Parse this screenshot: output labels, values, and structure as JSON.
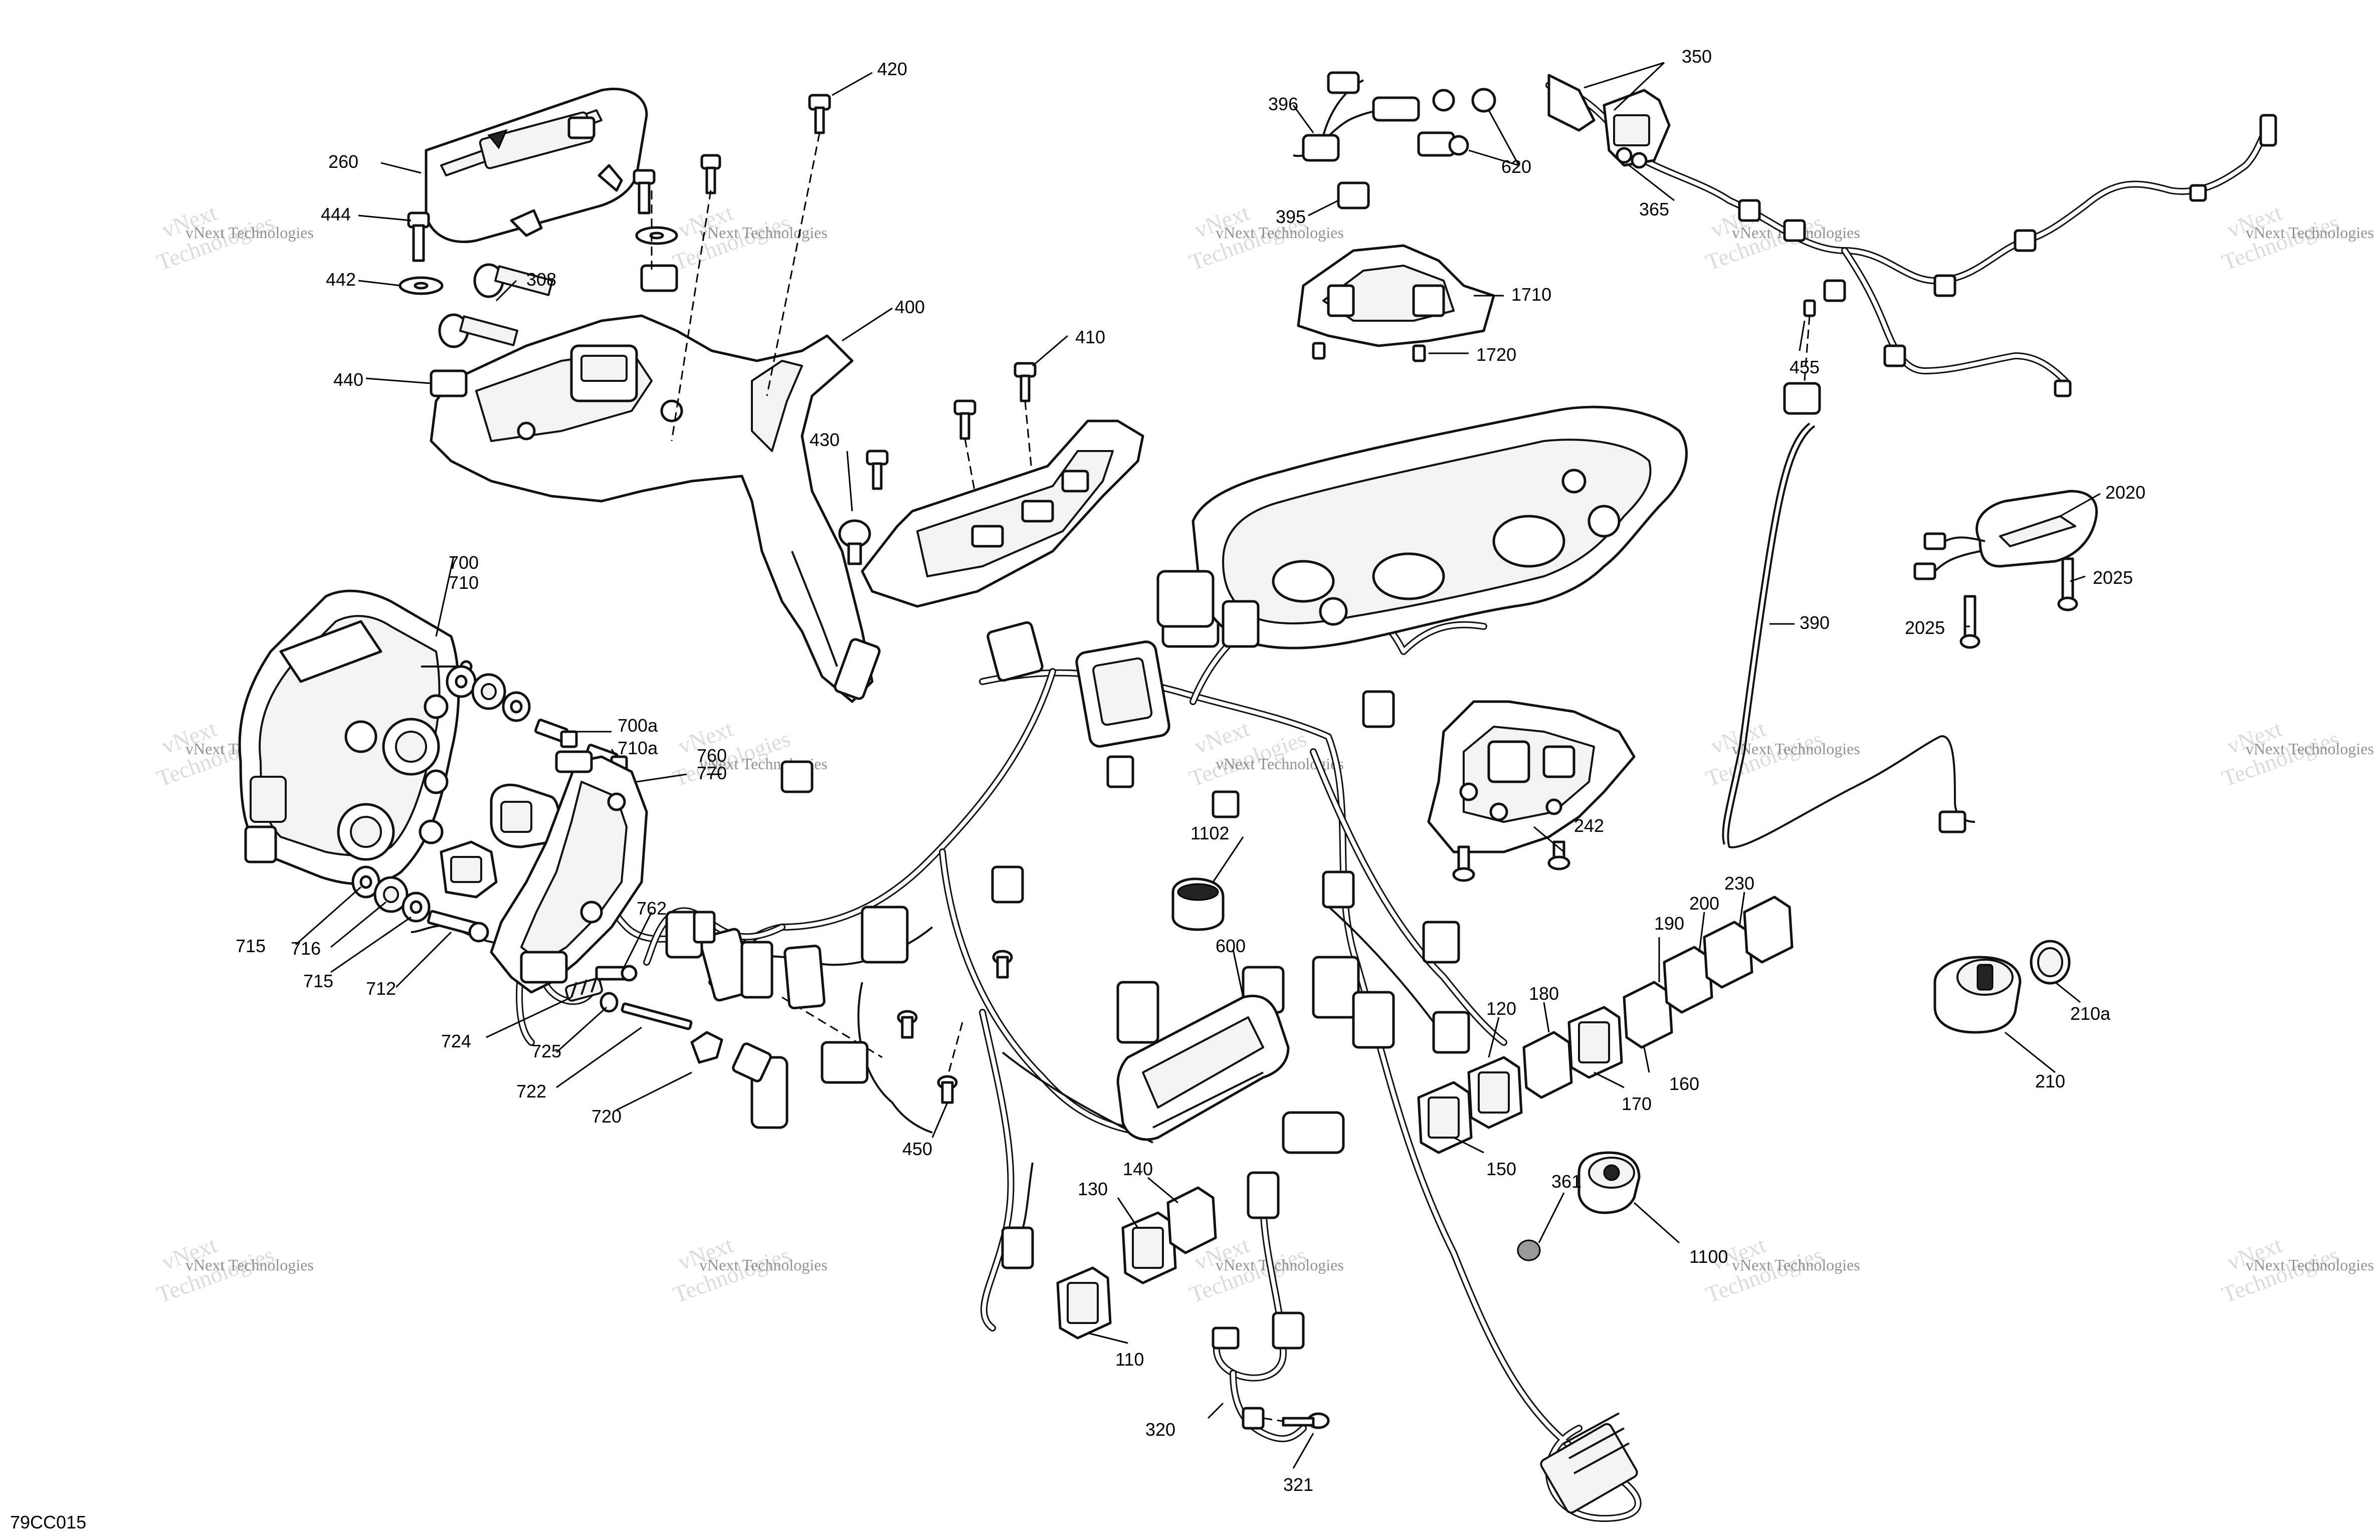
{
  "diagram_code": "79CC015",
  "watermark": {
    "brand": "vNext Technologies",
    "line1": "vNext",
    "line2": "Technologies"
  },
  "parts": {
    "p260": "260",
    "p444": "444",
    "p442": "442",
    "p308": "308",
    "p440": "440",
    "p400": "400",
    "p420": "420",
    "p410": "410",
    "p430": "430",
    "p396": "396",
    "p395": "395",
    "p620": "620",
    "p1710": "1710",
    "p1720": "1720",
    "p350": "350",
    "p365": "365",
    "p455": "455",
    "p390": "390",
    "p2020": "2020",
    "p2025a": "2025",
    "p2025b": "2025",
    "p700": "700",
    "p710": "710",
    "p700a": "700a",
    "p710a": "710a",
    "p760": "760",
    "p770": "770",
    "p715a": "715",
    "p716": "716",
    "p715b": "715",
    "p712": "712",
    "p762": "762",
    "p724": "724",
    "p725": "725",
    "p722": "722",
    "p720": "720",
    "p1102": "1102",
    "p600": "600",
    "p450": "450",
    "p242": "242",
    "p230": "230",
    "p200": "200",
    "p190": "190",
    "p180": "180",
    "p120": "120",
    "p170": "170",
    "p160": "160",
    "p150": "150",
    "p210a": "210a",
    "p210": "210",
    "p361": "361",
    "p1100": "1100",
    "p130": "130",
    "p140": "140",
    "p110": "110",
    "p320": "320",
    "p321": "321"
  },
  "icons": [
    "bolt-icon",
    "washer-icon",
    "connector-icon",
    "switch-icon",
    "relay-icon",
    "wire-harness-icon"
  ]
}
